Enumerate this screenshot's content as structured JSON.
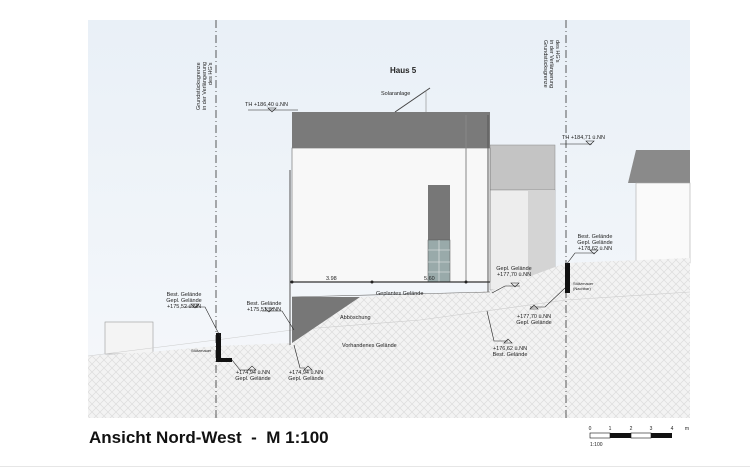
{
  "drawing": {
    "title": "Ansicht Nord-West  -  M 1:100",
    "house_label": "Haus 5",
    "solar_label": "Solaranlage",
    "boundary_left": [
      "Grundstücksgrenze",
      "in der Verlängerung",
      "des HG's"
    ],
    "boundary_right": [
      "Grundstücksgrenze",
      "in der Verlängerung",
      "des HG's"
    ],
    "th_left": "TH +186,40 ü.NN",
    "th_right": "TH +184,71 ü.NN",
    "dim_1": "3.98",
    "dim_2": "5.60",
    "geplantes_gelaende": "Geplantes Gelände",
    "abboeschung": "Abböschung",
    "vorhandenes_gelaende": "Vorhandenes Gelände",
    "left_top": [
      "Best. Gelände",
      "Gepl. Gelände",
      "+175,52 ü.NN"
    ],
    "left_wall": "Stützmauer",
    "left_bottom": [
      "+174,94 ü.NN",
      "Gepl. Gelände"
    ],
    "mid_top": [
      "Best. Gelände",
      "+175,51 ü.NN"
    ],
    "mid_bottom": [
      "+174,94 ü.NN",
      "Gepl. Gelände"
    ],
    "right_gepl": [
      "Gepl. Gelände",
      "+177,70 ü.NN"
    ],
    "right_top": [
      "Best. Gelände",
      "Gepl. Gelände",
      "+178,62 ü.NN"
    ],
    "right_wall": [
      "Stützmauer",
      "(Nachbar)"
    ],
    "right_low": [
      "+177,70 ü.NN",
      "Gepl. Gelände"
    ],
    "right_best": [
      "+176,62 ü.NN",
      "Best. Gelände"
    ]
  },
  "scale_bar": {
    "ticks": [
      "0",
      "1",
      "2",
      "3",
      "4"
    ],
    "unit": "m",
    "label": "1:100"
  }
}
